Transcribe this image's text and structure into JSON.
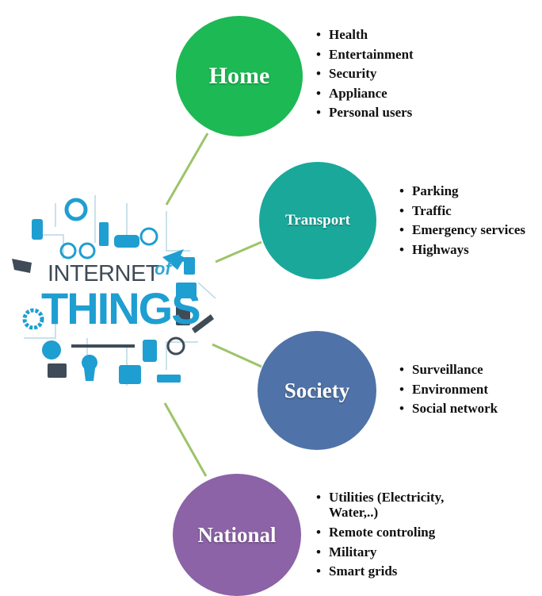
{
  "logo": {
    "word1": "INTERNET",
    "word2": "of",
    "word3": "THINGS"
  },
  "colors": {
    "home": "#1db954",
    "transport": "#1aa89b",
    "society": "#4f73a8",
    "national": "#8b63a6",
    "connector": "#9cc46a",
    "iot_blue": "#1f9ed1",
    "iot_dark": "#3f4b57"
  },
  "categories": [
    {
      "id": "home",
      "label": "Home",
      "items": [
        "Health",
        "Entertainment",
        "Security",
        "Appliance",
        "Personal users"
      ]
    },
    {
      "id": "transport",
      "label": "Transport",
      "items": [
        "Parking",
        "Traffic",
        "Emergency services",
        "Highways"
      ]
    },
    {
      "id": "society",
      "label": "Society",
      "items": [
        "Surveillance",
        "Environment",
        "Social network"
      ]
    },
    {
      "id": "national",
      "label": "National",
      "items": [
        "Utilities (Electricity, Water,..)",
        "Remote controling",
        "Military",
        "Smart grids"
      ]
    }
  ]
}
